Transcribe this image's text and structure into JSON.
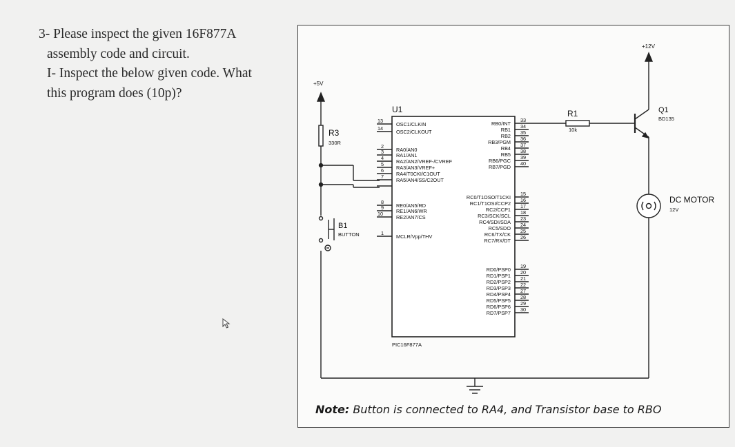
{
  "question": {
    "lines": [
      "3- Please inspect the given 16F877A",
      "assembly code and circuit.",
      "I- Inspect the below given code. What",
      "this program does (10p)?"
    ]
  },
  "circuit": {
    "supply_5v": "+5V",
    "supply_12v": "+12V",
    "r3": {
      "ref": "R3",
      "value": "330R"
    },
    "b1": {
      "ref": "B1",
      "value": "BUTTON"
    },
    "u1": {
      "ref": "U1",
      "part": "PIC16F877A"
    },
    "r1": {
      "ref": "R1",
      "value": "10k"
    },
    "q1": {
      "ref": "Q1",
      "value": "BD135"
    },
    "motor": {
      "ref": "DC MOTOR",
      "value": "12V"
    },
    "left_pins": [
      {
        "num": "13",
        "name": "OSC1/CLKIN"
      },
      {
        "num": "14",
        "name": "OSC2/CLKOUT"
      },
      {
        "num": "2",
        "name": "RA0/AN0"
      },
      {
        "num": "3",
        "name": "RA1/AN1"
      },
      {
        "num": "4",
        "name": "RA2/AN2/VREF-/CVREF"
      },
      {
        "num": "5",
        "name": "RA3/AN3/VREF+"
      },
      {
        "num": "6",
        "name": "RA4/T0CKI/C1OUT"
      },
      {
        "num": "7",
        "name": "RA5/AN4/SS/C2OUT"
      },
      {
        "num": "8",
        "name": "RE0/AN5/RD"
      },
      {
        "num": "9",
        "name": "RE1/AN6/WR"
      },
      {
        "num": "10",
        "name": "RE2/AN7/CS"
      },
      {
        "num": "1",
        "name": "MCLR/Vpp/THV"
      }
    ],
    "right_pins": [
      {
        "num": "33",
        "name": "RB0/INT"
      },
      {
        "num": "34",
        "name": "RB1"
      },
      {
        "num": "35",
        "name": "RB2"
      },
      {
        "num": "36",
        "name": "RB3/PGM"
      },
      {
        "num": "37",
        "name": "RB4"
      },
      {
        "num": "38",
        "name": "RB5"
      },
      {
        "num": "39",
        "name": "RB6/PGC"
      },
      {
        "num": "40",
        "name": "RB7/PGD"
      },
      {
        "num": "15",
        "name": "RC0/T1OSO/T1CKI"
      },
      {
        "num": "16",
        "name": "RC1/T1OSI/CCP2"
      },
      {
        "num": "17",
        "name": "RC2/CCP1"
      },
      {
        "num": "18",
        "name": "RC3/SCK/SCL"
      },
      {
        "num": "23",
        "name": "RC4/SDI/SDA"
      },
      {
        "num": "24",
        "name": "RC5/SDO"
      },
      {
        "num": "25",
        "name": "RC6/TX/CK"
      },
      {
        "num": "26",
        "name": "RC7/RX/DT"
      },
      {
        "num": "19",
        "name": "RD0/PSP0"
      },
      {
        "num": "20",
        "name": "RD1/PSP1"
      },
      {
        "num": "21",
        "name": "RD2/PSP2"
      },
      {
        "num": "22",
        "name": "RD3/PSP3"
      },
      {
        "num": "27",
        "name": "RD4/PSP4"
      },
      {
        "num": "28",
        "name": "RD5/PSP5"
      },
      {
        "num": "29",
        "name": "RD6/PSP6"
      },
      {
        "num": "30",
        "name": "RD7/PSP7"
      }
    ]
  },
  "note": {
    "label": "Note:",
    "text": " Button is connected to RA4, and Transistor base to RBO"
  }
}
